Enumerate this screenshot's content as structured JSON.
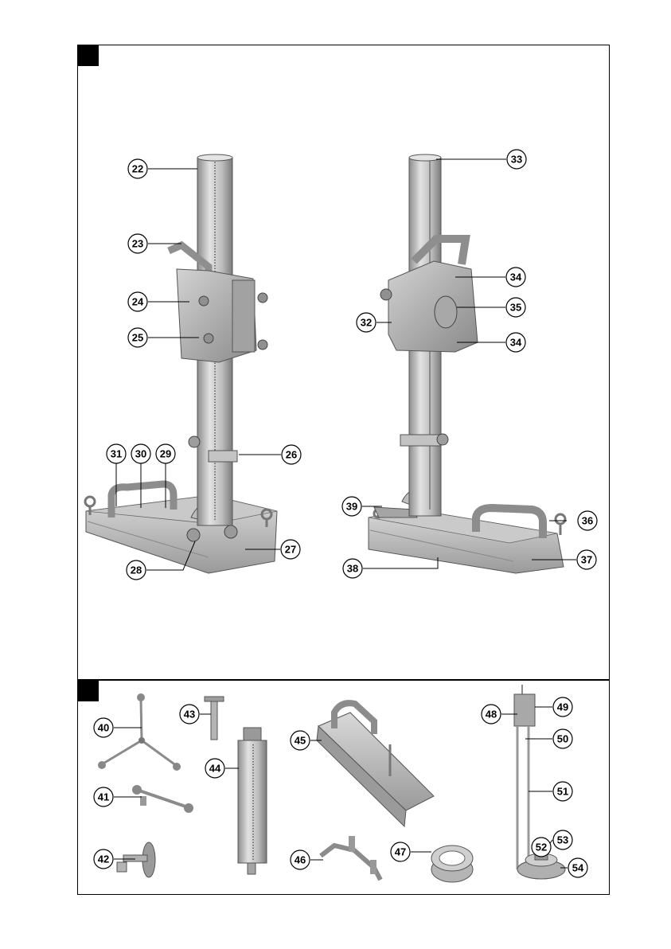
{
  "panels": [
    {
      "id": "panel-1",
      "marker_label": ""
    },
    {
      "id": "panel-2",
      "marker_label": ""
    }
  ],
  "callouts": {
    "c22": "22",
    "c23": "23",
    "c24": "24",
    "c25": "25",
    "c26": "26",
    "c27": "27",
    "c28": "28",
    "c29": "29",
    "c30": "30",
    "c31": "31",
    "c32": "32",
    "c33": "33",
    "c34a": "34",
    "c34b": "34",
    "c35": "35",
    "c36": "36",
    "c37": "37",
    "c38": "38",
    "c39": "39",
    "c40": "40",
    "c41": "41",
    "c42": "42",
    "c43": "43",
    "c44": "44",
    "c45": "45",
    "c46": "46",
    "c47": "47",
    "c48": "48",
    "c49": "49",
    "c50": "50",
    "c51": "51",
    "c52": "52",
    "c53": "53",
    "c54": "54"
  },
  "colors": {
    "outline": "#000000",
    "metal_light": "#d7d7d7",
    "metal_mid": "#a9a9a9",
    "metal_dark": "#6e6e6e",
    "background": "#ffffff"
  }
}
